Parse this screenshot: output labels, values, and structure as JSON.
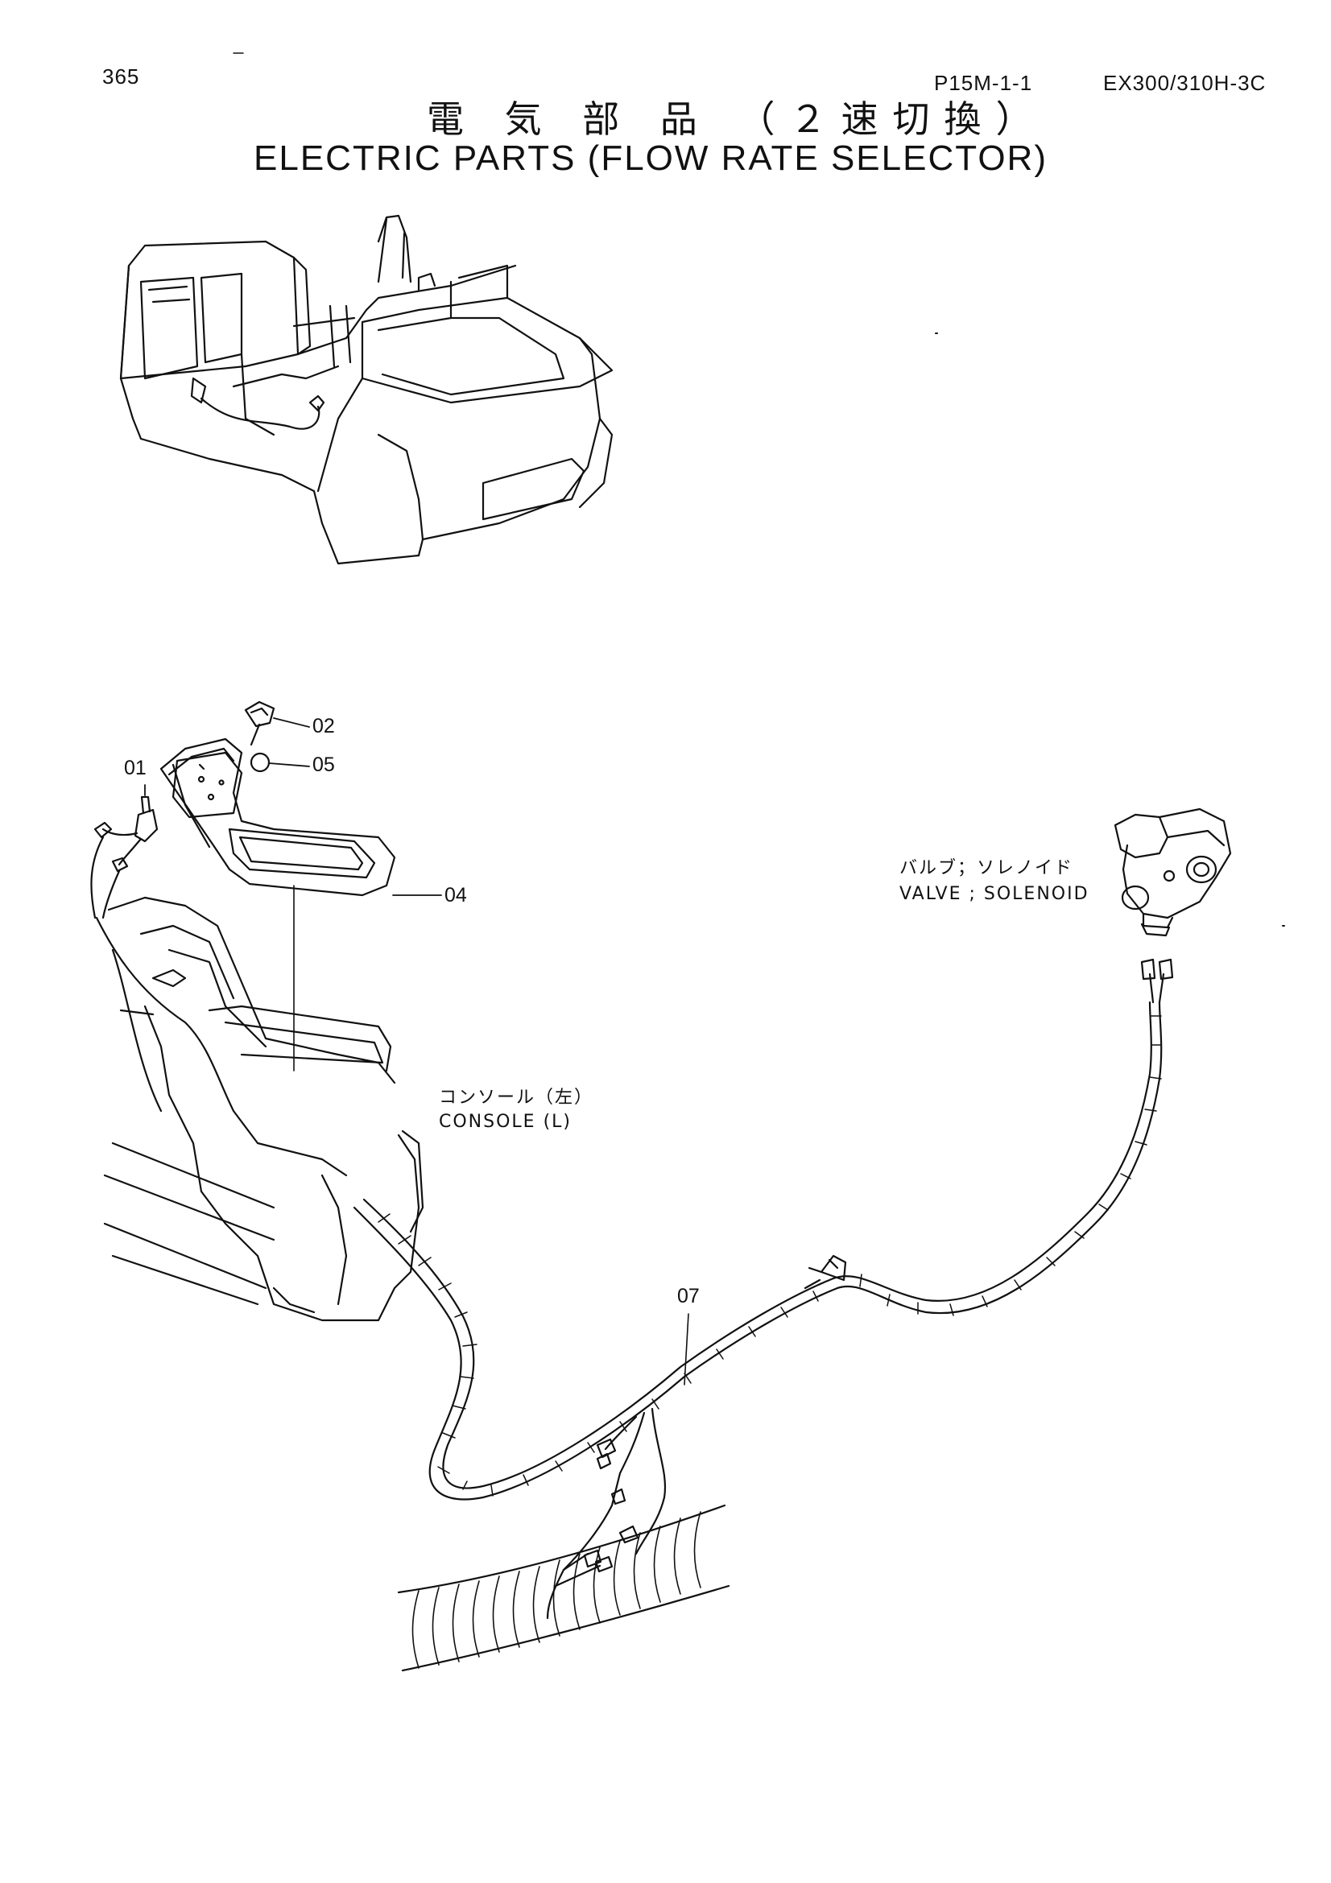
{
  "header": {
    "page_number": "365",
    "figure_code": "P15M-1-1",
    "model": "EX300/310H-3C"
  },
  "title": {
    "japanese": "電 気 部 品 （２速切換）",
    "english": "ELECTRIC PARTS (FLOW RATE SELECTOR)"
  },
  "callouts": {
    "c01": "01",
    "c02": "02",
    "c04": "04",
    "c05": "05",
    "c07": "07"
  },
  "labels": {
    "valve_jp": "バルブ；ソレノイド",
    "valve_en": "VALVE ; SOLENOID",
    "console_jp": "コンソール（左）",
    "console_en": "CONSOLE (L)"
  }
}
